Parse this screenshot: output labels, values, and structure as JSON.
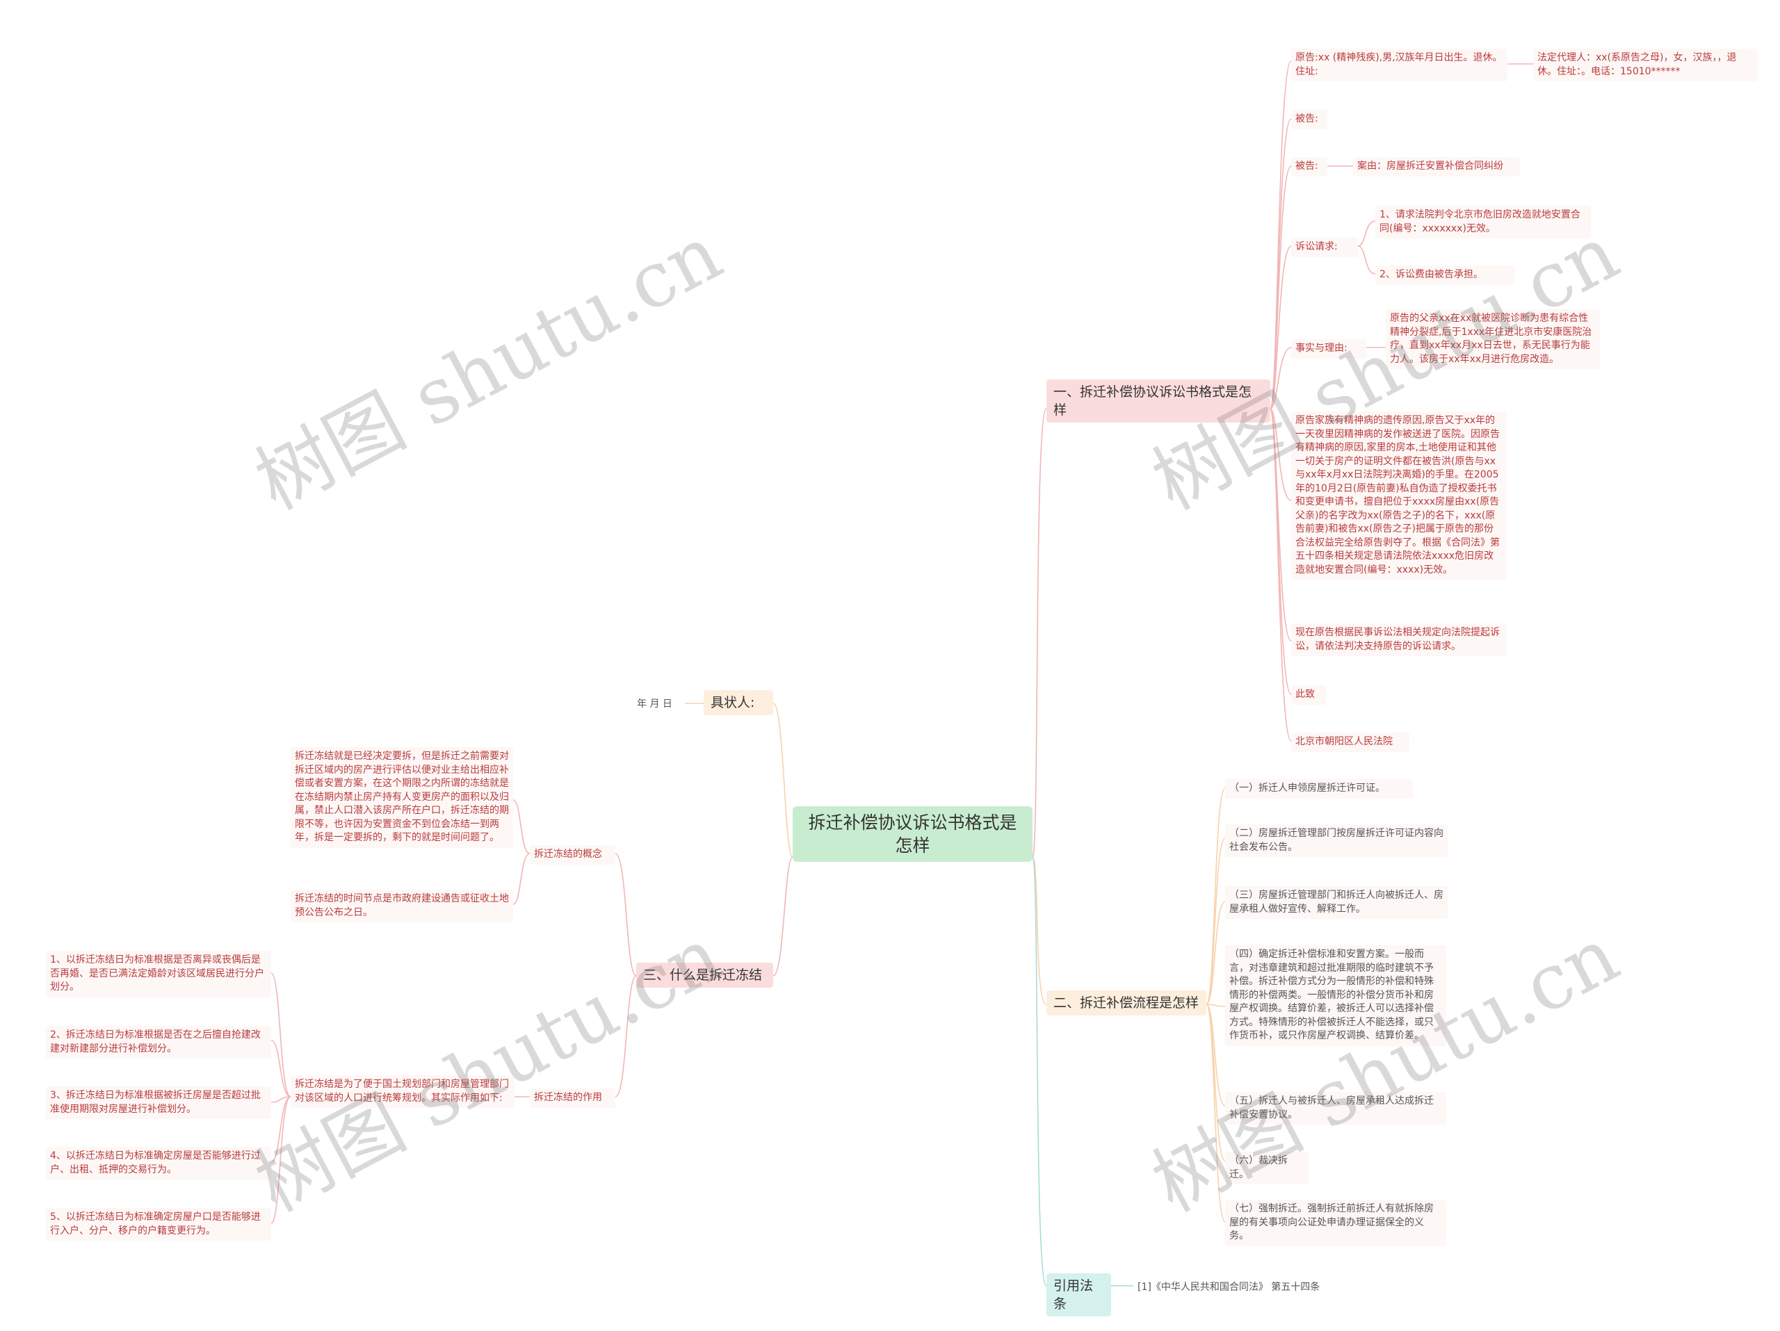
{
  "root": {
    "title": "拆迁补偿协议诉讼书格式是怎样"
  },
  "branch1": {
    "title": "一、拆迁补偿协议诉讼书格式是怎样",
    "plaintiff": "原告:xx (精神残疾),男,汉族年月日出生。退休。住址:",
    "agent": "法定代理人：xx(系原告之母)，女，汉族，，退休。住址：。电话：15010******",
    "defendant1": "被告:",
    "defendant2": "被告:",
    "case": "案由：房屋拆迁安置补偿合同纠纷",
    "claims_label": "诉讼请求:",
    "claim1": "1、请求法院判令北京市危旧房改造就地安置合同(编号：xxxxxxx)无效。",
    "claim2": "2、诉讼费由被告承担。",
    "facts_label": "事实与理由:",
    "facts": "原告的父亲xx在xx就被医院诊断为患有综合性精神分裂症,后于1xxx年住进北京市安康医院治疗，直到xx年xx月xx日去世，系无民事行为能力人。该房于xx年xx月进行危房改造。",
    "long": "原告家族有精神病的遗传原因,原告又于xx年的一天夜里因精神病的发作被送进了医院。因原告有精神病的原因,家里的房本,土地使用证和其他一切关于房产的证明文件都在被告洪(原告与xx与xx年x月xx日法院判决离婚)的手里。在2005年的10月2日(原告前妻)私自伪造了授权委托书和变更申请书，擅自把位于xxxx房屋由xx(原告父亲)的名字改为xx(原告之子)的名下，xxx(原告前妻)和被告xx(原告之子)把属于原告的那份合法权益完全给原告剥夺了。根据《合同法》第五十四条相关规定恳请法院依法xxxx危旧房改造就地安置合同(编号：xxxx)无效。",
    "request": "现在原告根据民事诉讼法相关规定向法院提起诉讼，请依法判决支持原告的诉讼请求。",
    "salute": "此致",
    "court": "北京市朝阳区人民法院"
  },
  "branch2": {
    "title": "二、拆迁补偿流程是怎样",
    "steps": [
      "（一）拆迁人申领房屋拆迁许可证。",
      "（二）房屋拆迁管理部门按房屋拆迁许可证内容向社会发布公告。",
      "（三）房屋拆迁管理部门和拆迁人向被拆迁人、房屋承租人做好宣传、解释工作。",
      "（四）确定拆迁补偿标准和安置方案。一般而言，对违章建筑和超过批准期限的临时建筑不予补偿。拆迁补偿方式分为一般情形的补偿和特殊情形的补偿两类。一般情形的补偿分货币补和房屋产权调换。结算价差，被拆迁人可以选择补偿方式。特殊情形的补偿被拆迁人不能选择，或只作货币补，或只作房屋产权调换、结算价差。",
      "（五）拆迁人与被拆迁人、房屋承租人达成拆迁补偿安置协议。",
      "（六）裁决拆迁。",
      "（七）强制拆迁。强制拆迁前拆迁人有就拆除房屋的有关事项向公证处申请办理证据保全的义务。"
    ]
  },
  "branch3": {
    "title": "三、什么是拆迁冻结",
    "concept_label": "拆迁冻结的概念",
    "concept1": "拆迁冻结就是已经决定要拆，但是拆迁之前需要对拆迁区域内的房产进行评估以便对业主给出相应补偿或者安置方案，在这个期限之内所谓的冻结就是在冻结期内禁止房产持有人变更房产的面积以及归属，禁止人口潜入该房产所在户口，拆迁冻结的期限不等，也许因为安置资金不到位会冻结一到两年，拆是一定要拆的，剩下的就是时间问题了。",
    "concept2": "拆迁冻结的时间节点是市政府建设通告或征收土地预公告公布之日。",
    "effect_label": "拆迁冻结的作用",
    "effect_intro": "拆迁冻结是为了便于国土规划部门和房屋管理部门对该区域的人口进行统筹规划。其实际作用如下:",
    "effects": [
      "1、以拆迁冻结日为标准根据是否离异或丧偶后是否再婚、是否已满法定婚龄对该区域居民进行分户划分。",
      "2、拆迁冻结日为标准根据是否在之后擅自抢建改建对新建部分进行补偿划分。",
      "3、拆迁冻结日为标准根据被拆迁房屋是否超过批准使用期限对房屋进行补偿划分。",
      "4、以拆迁冻结日为标准确定房屋是否能够进行过户、出租、抵押的交易行为。",
      "5、以拆迁冻结日为标准确定房屋户口是否能够进行入户、分户、移户的户籍变更行为。"
    ]
  },
  "branch4": {
    "title": "具状人:",
    "date": "年 月 日"
  },
  "branch5": {
    "title": "引用法条",
    "ref": "[1]《中华人民共和国合同法》 第五十四条"
  },
  "watermark": "树图 shutu.cn",
  "colors": {
    "root": "#c8ecd0",
    "pink": "#fbdcdc",
    "peach": "#fdeedd",
    "cyan": "#d5f1ee",
    "leaf_text": "#b83c3c"
  }
}
